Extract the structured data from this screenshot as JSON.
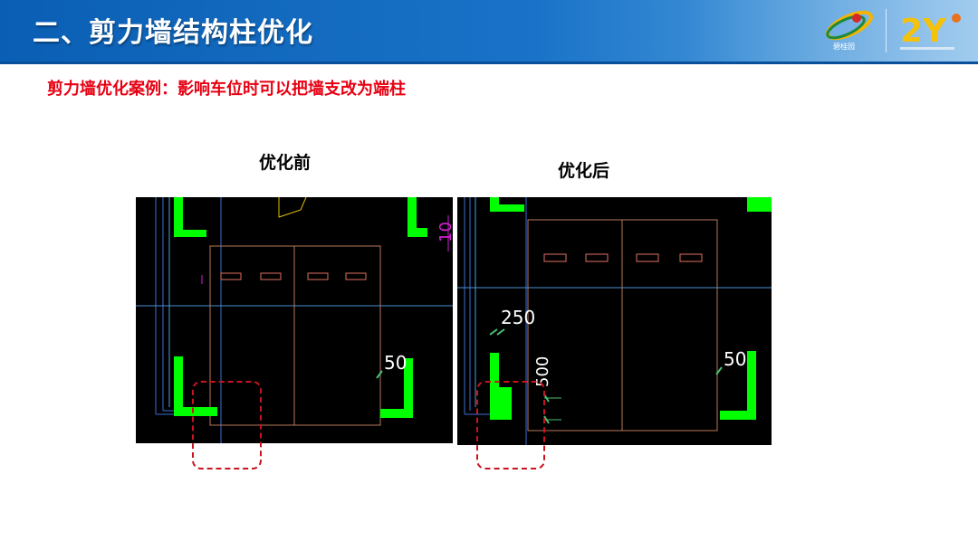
{
  "header": {
    "title": "二、剪力墙结构柱优化",
    "logo1_name": "碧桂园",
    "logo2_text": "2Y"
  },
  "subtitle": "剪力墙优化案例：影响车位时可以把墙支改为端柱",
  "panels": {
    "before": {
      "label": "优化前",
      "dim_labels": [
        "50",
        "10"
      ]
    },
    "after": {
      "label": "优化后",
      "dim_labels": [
        "250",
        "500",
        "50"
      ]
    }
  },
  "colors": {
    "header_blue": "#1a73c8",
    "subtitle_red": "#e60012",
    "wall_green": "#00ff00",
    "highlight_red": "#c8141e"
  }
}
